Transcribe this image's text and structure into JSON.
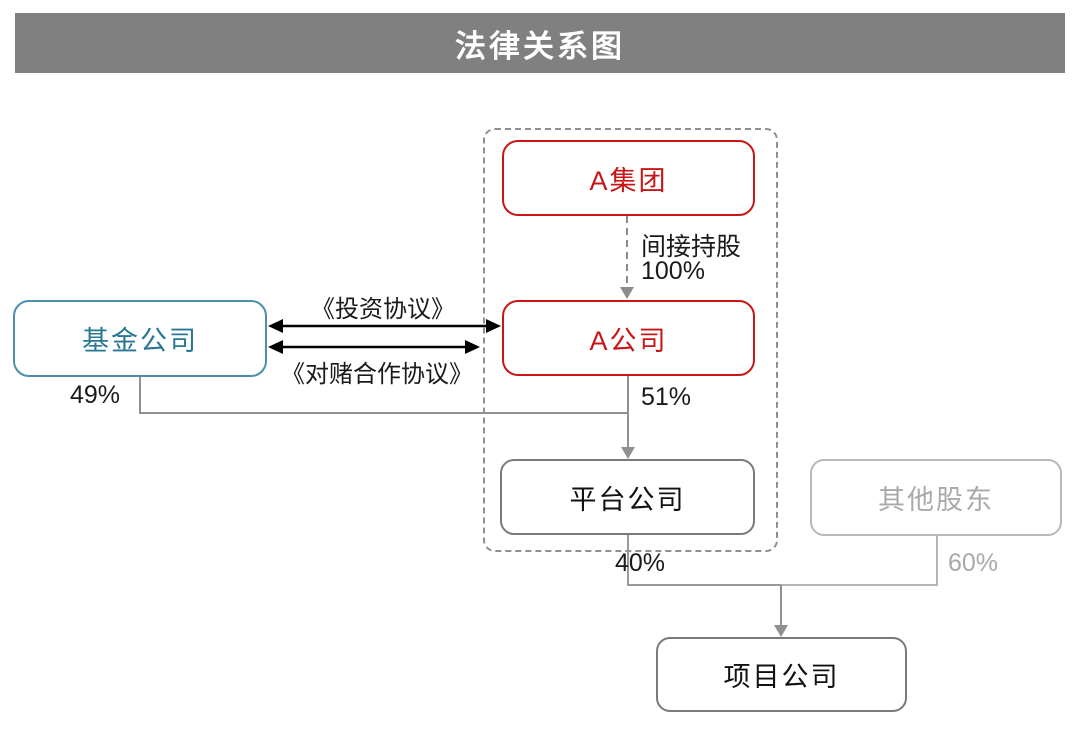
{
  "title": "法律关系图",
  "colors": {
    "header_bg": "#808080",
    "header_text": "#ffffff",
    "red_node": "#c81616",
    "teal_node": "#2a7795",
    "dark_node_border": "#7a7a7a",
    "gray_node": "#a9a9a9",
    "connector_gray": "#909090",
    "connector_light_gray": "#b5b5b5",
    "arrow_black": "#000000",
    "dashed_group_border": "#8f8f8f"
  },
  "nodes": {
    "a_group": {
      "label": "A集团"
    },
    "a_company": {
      "label": "A公司"
    },
    "fund_company": {
      "label": "基金公司"
    },
    "platform_company": {
      "label": "平台公司"
    },
    "other_shareholders": {
      "label": "其他股东"
    },
    "project_company": {
      "label": "项目公司"
    }
  },
  "edges": {
    "indirect_holding": {
      "label_line1": "间接持股",
      "label_line2": "100%"
    },
    "investment_agreement": {
      "label": "《投资协议》"
    },
    "bet_cooperation_agreement": {
      "label": "《对赌合作协议》"
    },
    "fund_to_platform": {
      "label": "49%"
    },
    "a_company_to_platform": {
      "label": "51%"
    },
    "platform_to_project": {
      "label": "40%"
    },
    "others_to_project": {
      "label": "60%"
    }
  }
}
